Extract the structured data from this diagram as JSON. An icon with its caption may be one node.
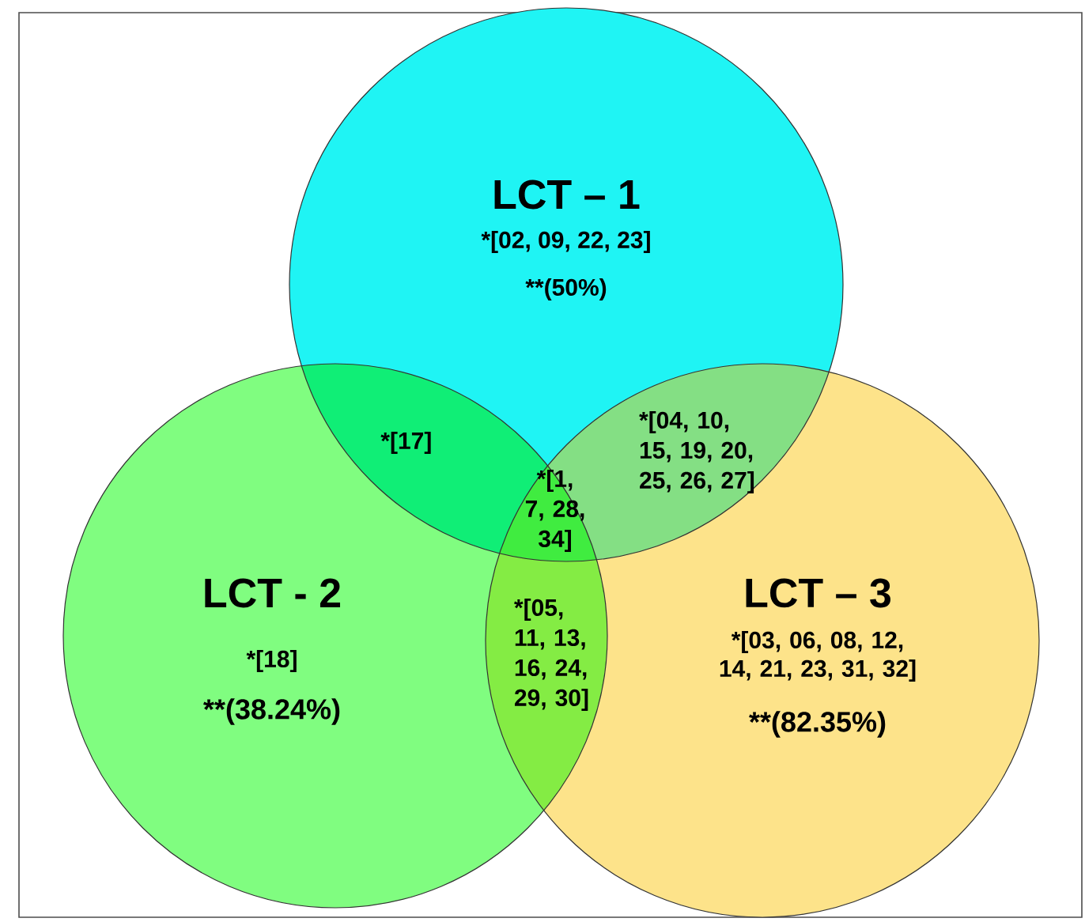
{
  "diagram": {
    "nodes": [
      {
        "text": [
          "LCT – 1",
          "*[02, 09, 22, 23]",
          "**(50%)"
        ]
      },
      {
        "text": [
          "LCT - 2",
          "*[18]",
          "**(38.24%)"
        ]
      },
      {
        "text": [
          "LCT – 3",
          "*[03, 06, 08, 12, 14, 21, 23, 31, 32]",
          "**(82.35%)"
        ]
      }
    ],
    "labels": [
      "*[17]",
      "*[04, 10, 15, 19, 20, 25, 26, 27]",
      "*[1, 7, 28, 34]",
      "*[05, 11, 13, 16, 24, 29, 30]"
    ]
  }
}
